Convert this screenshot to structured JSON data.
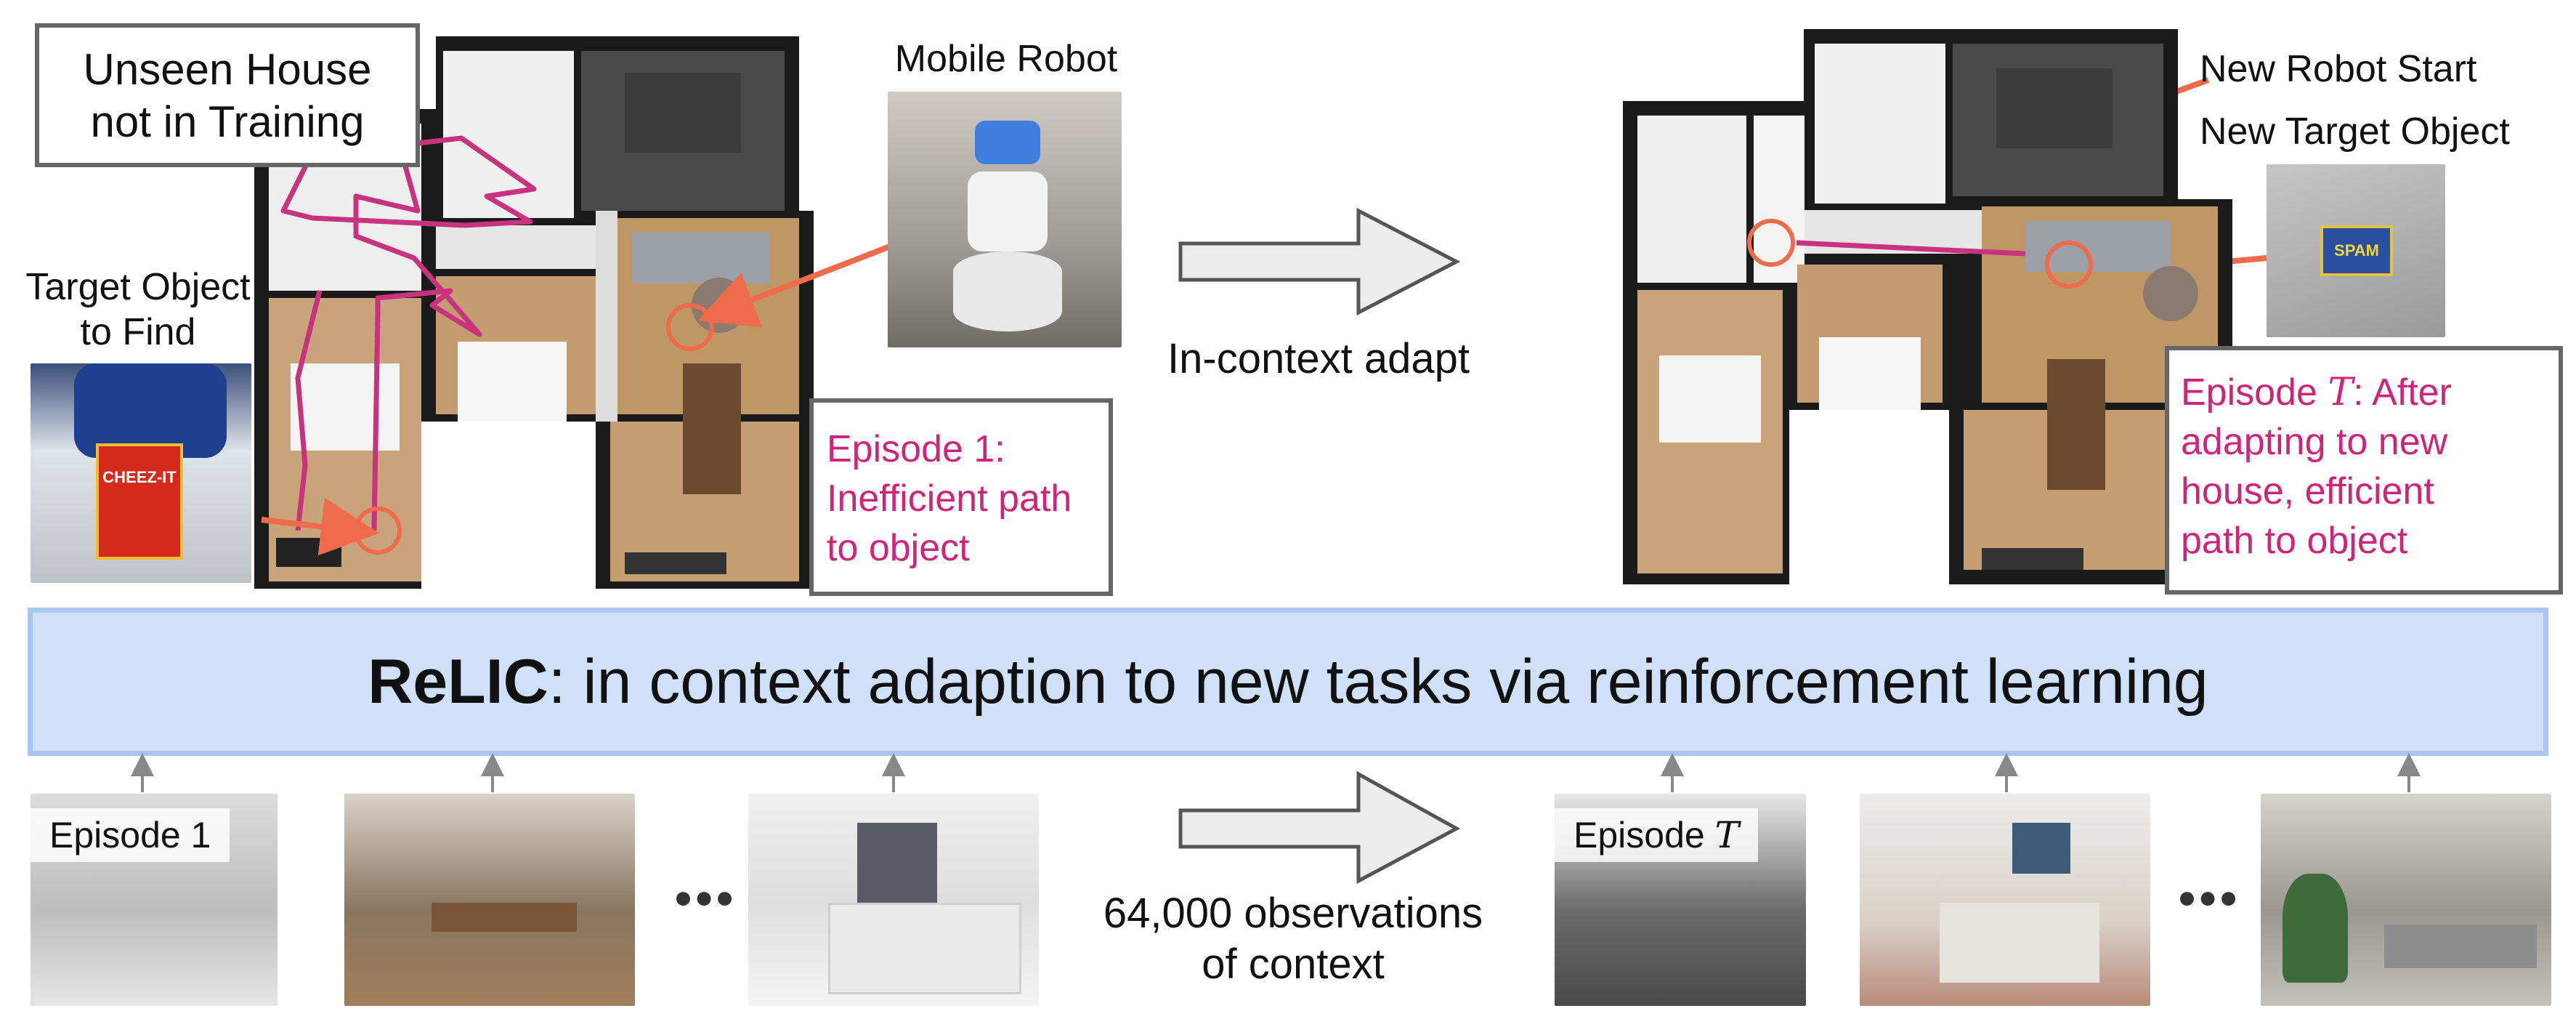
{
  "top_left": {
    "unseen_house_line1": "Unseen House",
    "unseen_house_line2": "not in Training",
    "target_object_line1": "Target Object",
    "target_object_line2": "to Find",
    "mobile_robot": "Mobile Robot",
    "episode1_line1": "Episode 1:",
    "episode1_line2": "Inefficient path",
    "episode1_line3": "to object",
    "product_label": "CHEEZ-IT"
  },
  "middle": {
    "adapt_label": "In-context adapt"
  },
  "top_right": {
    "new_robot_start": "New Robot Start",
    "new_target_object": "New Target Object",
    "episodeT_prefix": "Episode ",
    "episodeT_var": "T",
    "episodeT_line1_rest": ": After",
    "episodeT_line2": "adapting to new",
    "episodeT_line3": "house, efficient",
    "episodeT_line4": "path to object",
    "product_label": "SPAM"
  },
  "banner": {
    "bold": "ReLIC",
    "rest": ": in context adaption to new tasks via reinforcement learning"
  },
  "bottom": {
    "episode1_label": "Episode 1",
    "episodeT_prefix": "Episode ",
    "episodeT_var": "T",
    "observations_line1": "64,000 observations",
    "observations_line2": "of context",
    "ellipsis": "●●●"
  },
  "colors": {
    "banner_fill": "#cfe0f8",
    "banner_border": "#a9c6ee",
    "path_pink": "#c8337f",
    "arrow_orange": "#ef6b4c",
    "label_pink": "#d0247a"
  }
}
